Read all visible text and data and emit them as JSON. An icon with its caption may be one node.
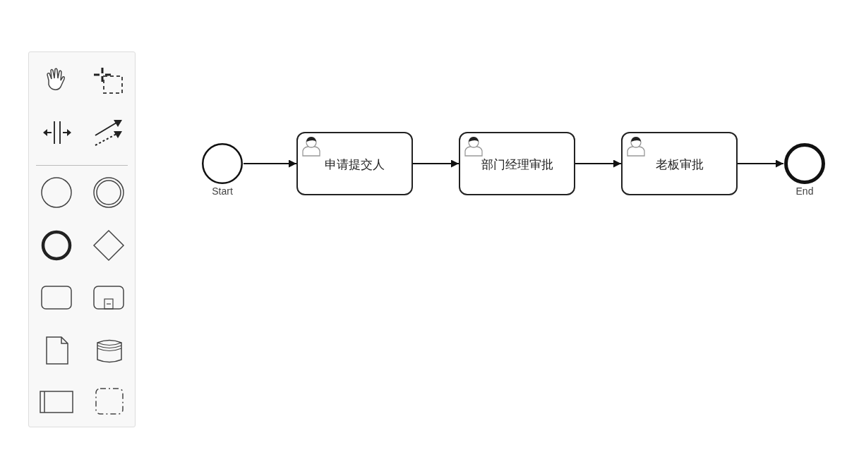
{
  "diagram": {
    "nodes": [
      {
        "text": [
          "Start"
        ]
      },
      {
        "text": [
          "申请提交人"
        ]
      },
      {
        "text": [
          "部门经理审批"
        ]
      },
      {
        "text": [
          "老板审批"
        ]
      },
      {
        "text": [
          "End"
        ]
      }
    ],
    "edges": [
      {
        "from": 0,
        "to": 1,
        "arrow": "to"
      },
      {
        "from": 1,
        "to": 2,
        "arrow": "to"
      },
      {
        "from": 2,
        "to": 3,
        "arrow": "to"
      },
      {
        "from": 3,
        "to": 4,
        "arrow": "to"
      }
    ]
  }
}
